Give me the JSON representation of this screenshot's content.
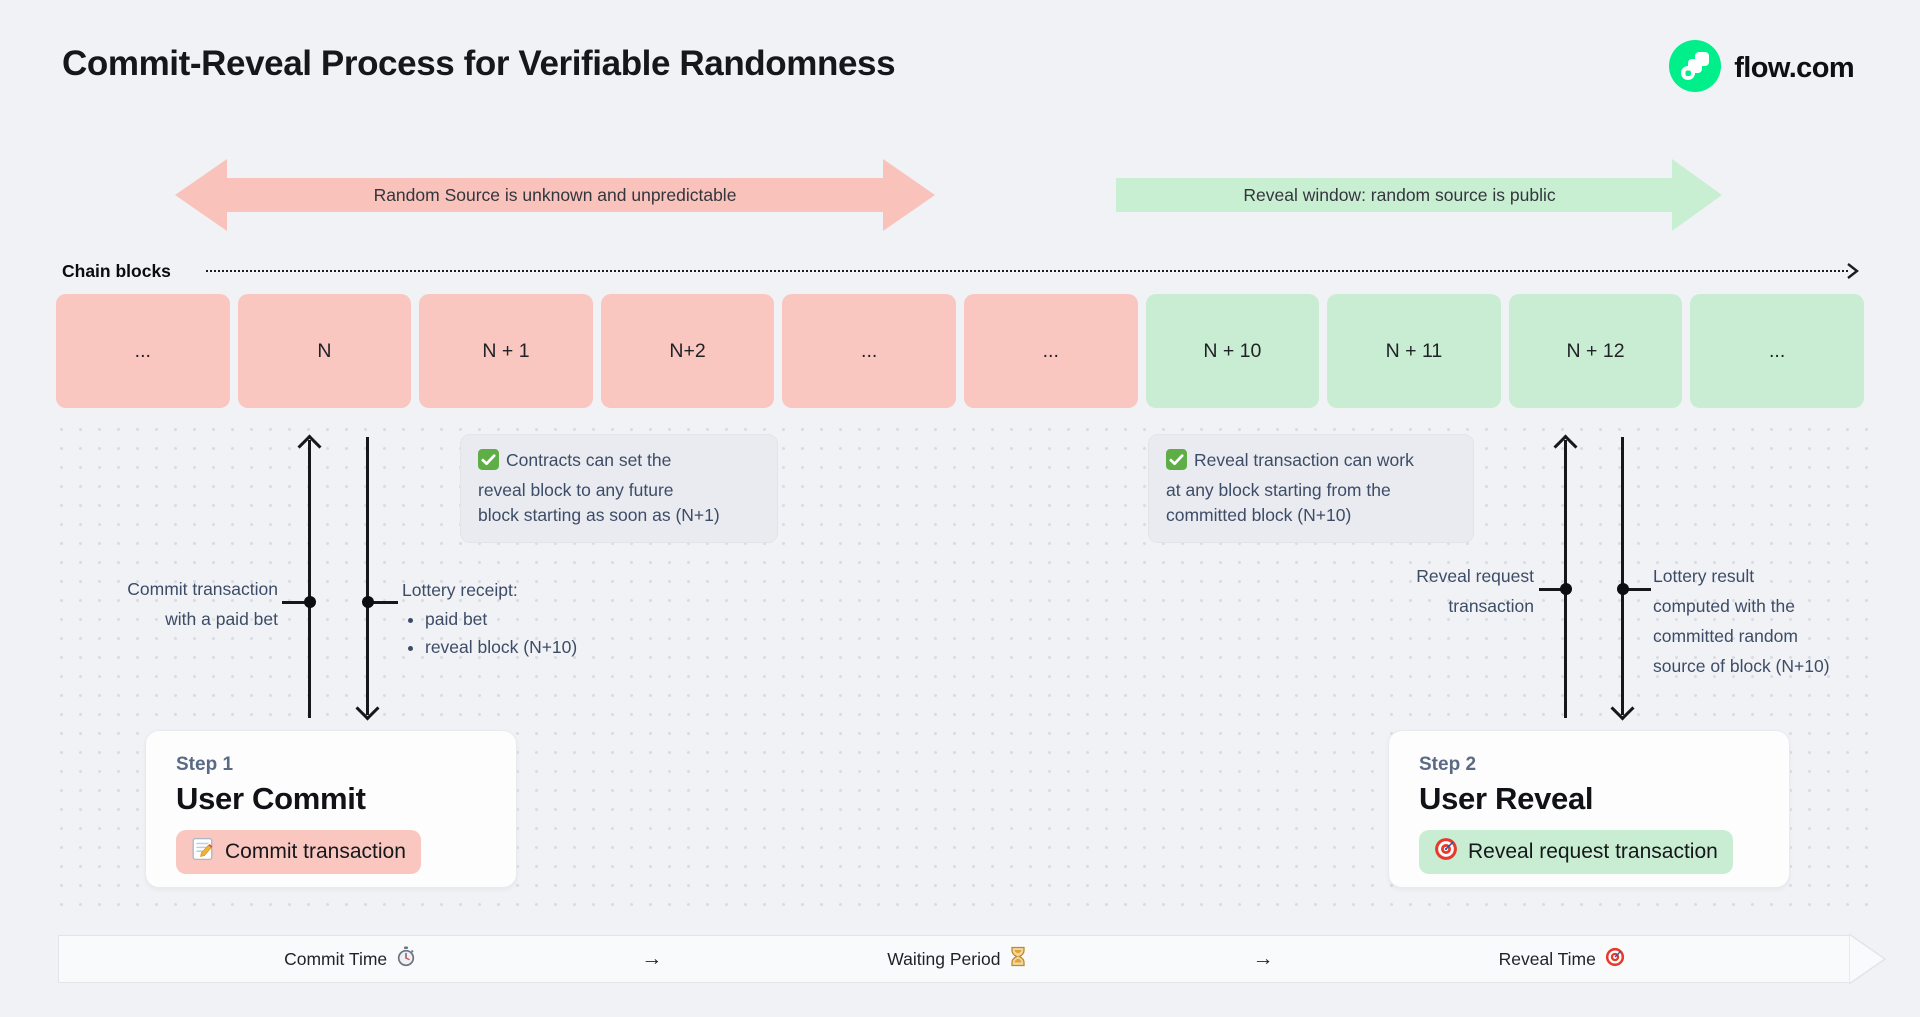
{
  "header": {
    "title": "Commit-Reveal Process for Verifiable Randomness",
    "brand": "flow.com"
  },
  "banners": {
    "commit_phase": "Random Source is unknown and unpredictable",
    "reveal_phase": "Reveal window: random source is public"
  },
  "chain": {
    "label": "Chain blocks",
    "blocks": [
      {
        "label": "...",
        "phase": "commit"
      },
      {
        "label": "N",
        "phase": "commit"
      },
      {
        "label": "N + 1",
        "phase": "commit"
      },
      {
        "label": "N+2",
        "phase": "commit"
      },
      {
        "label": "...",
        "phase": "commit"
      },
      {
        "label": "...",
        "phase": "commit"
      },
      {
        "label": "N + 10",
        "phase": "reveal"
      },
      {
        "label": "N + 11",
        "phase": "reveal"
      },
      {
        "label": "N + 12",
        "phase": "reveal"
      },
      {
        "label": "...",
        "phase": "reveal"
      }
    ]
  },
  "notes": {
    "commit_note": "Contracts can set the\nreveal block to any future\nblock starting as soon as (N+1)",
    "reveal_note": "Reveal transaction can work\nat any block starting from the\ncommitted block (N+10)"
  },
  "commit_flow": {
    "up_label": "Commit transaction\nwith a paid bet",
    "receipt_title": "Lottery receipt:",
    "receipt_items": [
      "paid bet",
      "reveal block (N+10)"
    ]
  },
  "reveal_flow": {
    "up_label": "Reveal request\ntransaction",
    "down_label": "Lottery result\ncomputed with the\ncommitted random\nsource of block (N+10)"
  },
  "steps": {
    "step1": {
      "eyebrow": "Step 1",
      "title": "User Commit",
      "badge": "Commit transaction",
      "icon": "memo-icon"
    },
    "step2": {
      "eyebrow": "Step 2",
      "title": "User Reveal",
      "badge": "Reveal request transaction",
      "icon": "target-icon"
    }
  },
  "timeline": {
    "commit": "Commit Time",
    "waiting": "Waiting Period",
    "reveal": "Reveal Time",
    "arrow": "→",
    "icons": {
      "commit": "stopwatch-icon",
      "waiting": "hourglass-icon",
      "reveal": "target-icon"
    }
  },
  "colors": {
    "background": "#f1f2f6",
    "flow_green": "#00ef8b",
    "commit_pink": "#f9c6c0",
    "reveal_green": "#c9edd2",
    "note_bg": "#e9ebf0",
    "slate_text": "#3d4c66",
    "line_black": "#15171b"
  }
}
